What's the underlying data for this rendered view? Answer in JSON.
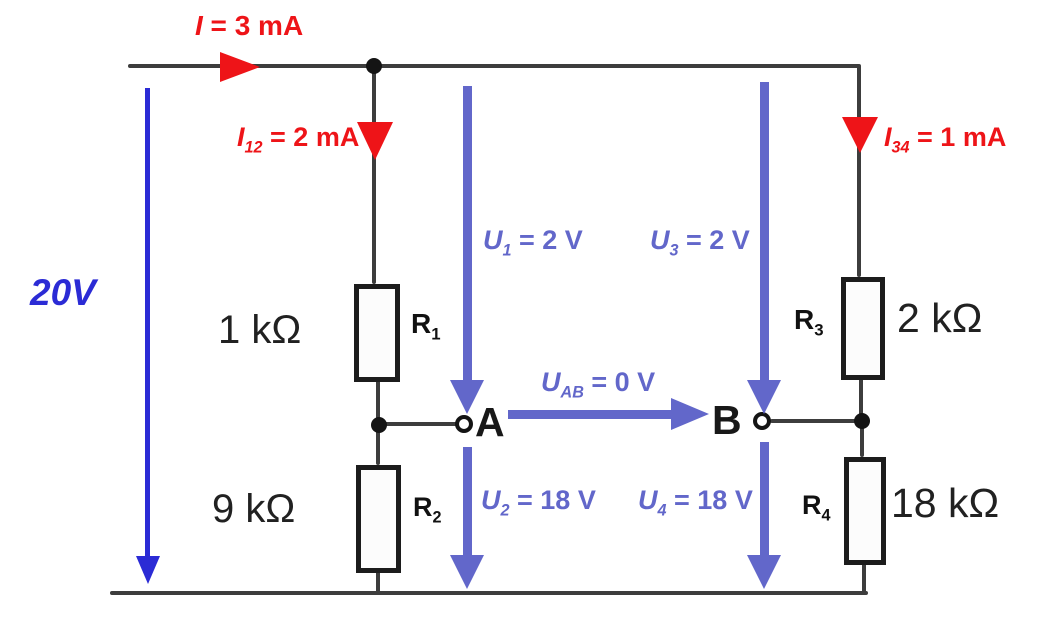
{
  "colors": {
    "current": "#ee1418",
    "voltage": "#6267ca",
    "source": "#2b2bd5",
    "wire": "#3d3d3d",
    "text": "#212121"
  },
  "source": {
    "label": "20V"
  },
  "currents": {
    "i": {
      "symbol": "I",
      "sub": "",
      "rest": " = 3 mA"
    },
    "i12": {
      "symbol": "I",
      "sub": "12",
      "rest": " = 2 mA"
    },
    "i34": {
      "symbol": "I",
      "sub": "34",
      "rest": " = 1 mA"
    }
  },
  "voltages": {
    "u1": {
      "symbol": "U",
      "sub": "1",
      "rest": " = 2 V"
    },
    "u3": {
      "symbol": "U",
      "sub": "3",
      "rest": " = 2 V"
    },
    "u2": {
      "symbol": "U",
      "sub": "2",
      "rest": " = 18 V"
    },
    "u4": {
      "symbol": "U",
      "sub": "4",
      "rest": " = 18 V"
    },
    "uab": {
      "symbol": "U",
      "sub": "AB",
      "rest": " = 0 V"
    }
  },
  "resistors": {
    "r1": {
      "ref": "R",
      "sub": "1",
      "value": "1 kΩ"
    },
    "r2": {
      "ref": "R",
      "sub": "2",
      "value": "9 kΩ"
    },
    "r3": {
      "ref": "R",
      "sub": "3",
      "value": "2 kΩ"
    },
    "r4": {
      "ref": "R",
      "sub": "4",
      "value": "18 kΩ"
    }
  },
  "nodes": {
    "a": "A",
    "b": "B"
  }
}
